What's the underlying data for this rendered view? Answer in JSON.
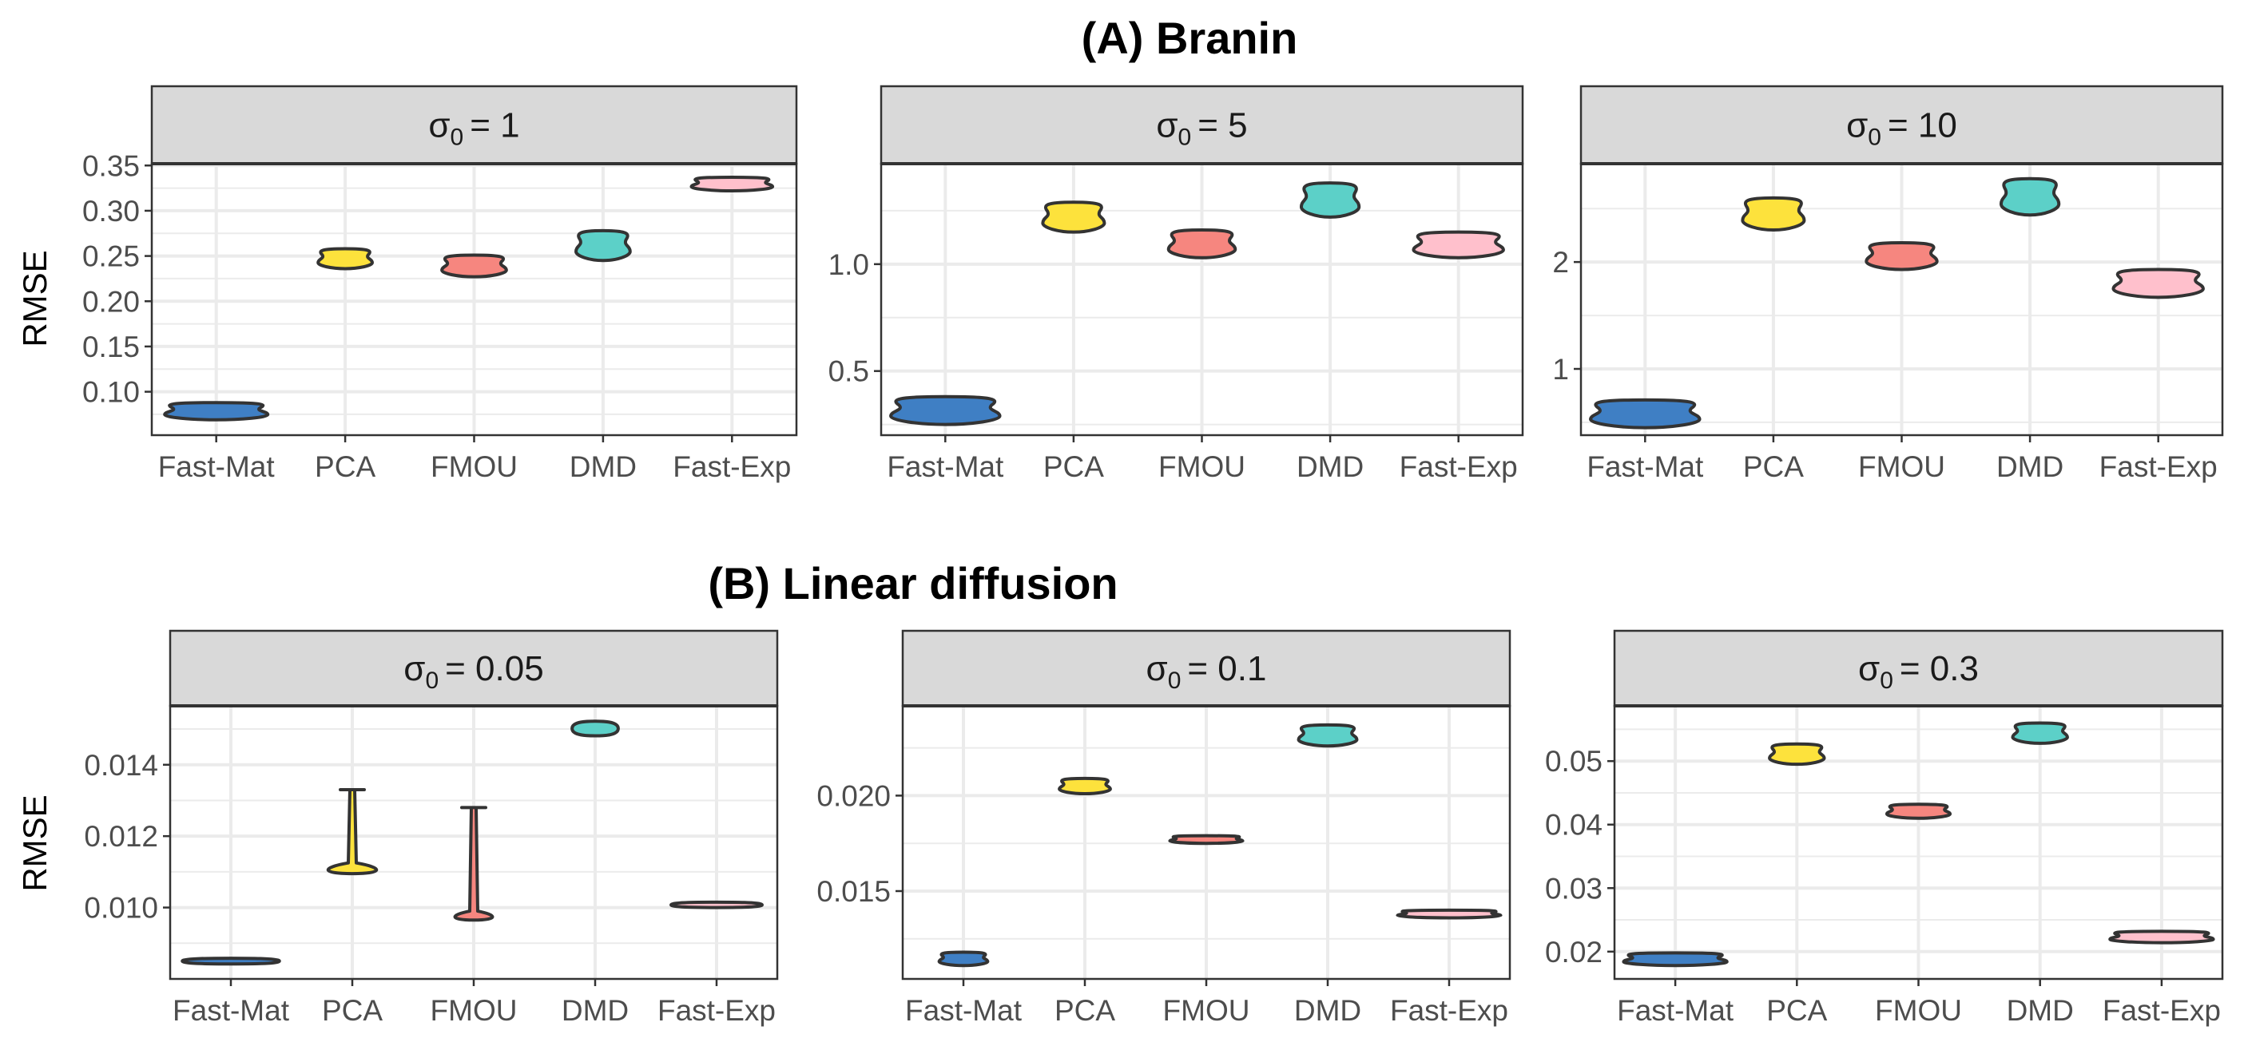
{
  "figure": {
    "rows": [
      {
        "title": "(A) Branin",
        "ylabel": "RMSE"
      },
      {
        "title": "(B) Linear diffusion",
        "ylabel": "RMSE"
      }
    ]
  },
  "colors": {
    "Fast-Mat": "#3f7fc4",
    "PCA": "#fde23c",
    "FMOU": "#f6867f",
    "DMD": "#5cd0c8",
    "Fast-Exp": "#ffc0cc",
    "strip_bg": "#d9d9d9",
    "grid": "#ebebeb",
    "outline": "#333333"
  },
  "chart_data": [
    {
      "type": "violin",
      "group": "(A) Branin",
      "facet_label": "σ0 = 1",
      "facet_symbol": "σ",
      "facet_sub": "0",
      "facet_value": "= 1",
      "categories": [
        "Fast-Mat",
        "PCA",
        "FMOU",
        "DMD",
        "Fast-Exp"
      ],
      "ylabel": "RMSE",
      "ylim": [
        0.052,
        0.352
      ],
      "yticks": [
        0.1,
        0.15,
        0.2,
        0.25,
        0.3,
        0.35
      ],
      "ytick_labels": [
        "0.10",
        "0.15",
        "0.20",
        "0.25",
        "0.30",
        "0.35"
      ],
      "grid": true,
      "violins": [
        {
          "category": "Fast-Mat",
          "min": 0.069,
          "max": 0.088,
          "width": 0.8
        },
        {
          "category": "PCA",
          "min": 0.236,
          "max": 0.258,
          "width": 0.42
        },
        {
          "category": "FMOU",
          "min": 0.227,
          "max": 0.251,
          "width": 0.5
        },
        {
          "category": "DMD",
          "min": 0.245,
          "max": 0.278,
          "width": 0.42
        },
        {
          "category": "Fast-Exp",
          "min": 0.322,
          "max": 0.337,
          "width": 0.63
        }
      ]
    },
    {
      "type": "violin",
      "group": "(A) Branin",
      "facet_label": "σ0 = 5",
      "facet_symbol": "σ",
      "facet_sub": "0",
      "facet_value": "= 5",
      "categories": [
        "Fast-Mat",
        "PCA",
        "FMOU",
        "DMD",
        "Fast-Exp"
      ],
      "ylabel": "",
      "ylim": [
        0.2,
        1.47
      ],
      "yticks": [
        0.5,
        1.0
      ],
      "ytick_labels": [
        "0.5",
        "1.0"
      ],
      "grid": true,
      "violins": [
        {
          "category": "Fast-Mat",
          "min": 0.25,
          "max": 0.38,
          "width": 0.85
        },
        {
          "category": "PCA",
          "min": 1.15,
          "max": 1.29,
          "width": 0.48
        },
        {
          "category": "FMOU",
          "min": 1.03,
          "max": 1.16,
          "width": 0.52
        },
        {
          "category": "DMD",
          "min": 1.22,
          "max": 1.38,
          "width": 0.45
        },
        {
          "category": "Fast-Exp",
          "min": 1.03,
          "max": 1.15,
          "width": 0.7
        }
      ]
    },
    {
      "type": "violin",
      "group": "(A) Branin",
      "facet_label": "σ0 = 10",
      "facet_symbol": "σ",
      "facet_sub": "0",
      "facet_value": "= 10",
      "categories": [
        "Fast-Mat",
        "PCA",
        "FMOU",
        "DMD",
        "Fast-Exp"
      ],
      "ylabel": "",
      "ylim": [
        0.38,
        2.92
      ],
      "yticks": [
        1,
        2
      ],
      "ytick_labels": [
        "1",
        "2"
      ],
      "grid": true,
      "violins": [
        {
          "category": "Fast-Mat",
          "min": 0.45,
          "max": 0.71,
          "width": 0.85
        },
        {
          "category": "PCA",
          "min": 2.3,
          "max": 2.6,
          "width": 0.48
        },
        {
          "category": "FMOU",
          "min": 1.93,
          "max": 2.18,
          "width": 0.55
        },
        {
          "category": "DMD",
          "min": 2.44,
          "max": 2.78,
          "width": 0.45
        },
        {
          "category": "Fast-Exp",
          "min": 1.67,
          "max": 1.93,
          "width": 0.7
        }
      ]
    },
    {
      "type": "violin",
      "group": "(B) Linear diffusion",
      "facet_label": "σ0 = 0.05",
      "facet_symbol": "σ",
      "facet_sub": "0",
      "facet_value": "= 0.05",
      "categories": [
        "Fast-Mat",
        "PCA",
        "FMOU",
        "DMD",
        "Fast-Exp"
      ],
      "ylabel": "RMSE",
      "ylim": [
        0.008,
        0.01565
      ],
      "yticks": [
        0.01,
        0.012,
        0.014
      ],
      "ytick_labels": [
        "0.010",
        "0.012",
        "0.014"
      ],
      "grid": true,
      "violins": [
        {
          "category": "Fast-Mat",
          "min": 0.00842,
          "max": 0.00858,
          "width": 0.8,
          "shape": "flat"
        },
        {
          "category": "PCA",
          "min": 0.01095,
          "max": 0.0133,
          "width": 0.52,
          "shape": "spike",
          "body_top": 0.01125
        },
        {
          "category": "FMOU",
          "min": 0.00965,
          "max": 0.0128,
          "width": 0.4,
          "shape": "spike",
          "body_top": 0.0099
        },
        {
          "category": "DMD",
          "min": 0.01481,
          "max": 0.01522,
          "width": 0.38,
          "shape": "flat"
        },
        {
          "category": "Fast-Exp",
          "min": 0.01,
          "max": 0.01015,
          "width": 0.75,
          "shape": "flat"
        }
      ]
    },
    {
      "type": "violin",
      "group": "(B) Linear diffusion",
      "facet_label": "σ0 = 0.1",
      "facet_symbol": "σ",
      "facet_sub": "0",
      "facet_value": "= 0.1",
      "categories": [
        "Fast-Mat",
        "PCA",
        "FMOU",
        "DMD",
        "Fast-Exp"
      ],
      "ylabel": "",
      "ylim": [
        0.0104,
        0.0247
      ],
      "yticks": [
        0.015,
        0.02
      ],
      "ytick_labels": [
        "0.015",
        "0.020"
      ],
      "grid": true,
      "violins": [
        {
          "category": "Fast-Mat",
          "min": 0.0111,
          "max": 0.0118,
          "width": 0.4
        },
        {
          "category": "PCA",
          "min": 0.0201,
          "max": 0.0209,
          "width": 0.42
        },
        {
          "category": "FMOU",
          "min": 0.0175,
          "max": 0.0179,
          "width": 0.6
        },
        {
          "category": "DMD",
          "min": 0.0226,
          "max": 0.0237,
          "width": 0.48
        },
        {
          "category": "Fast-Exp",
          "min": 0.0136,
          "max": 0.014,
          "width": 0.85
        }
      ]
    },
    {
      "type": "violin",
      "group": "(B) Linear diffusion",
      "facet_label": "σ0 = 0.3",
      "facet_symbol": "σ",
      "facet_sub": "0",
      "facet_value": "= 0.3",
      "categories": [
        "Fast-Mat",
        "PCA",
        "FMOU",
        "DMD",
        "Fast-Exp"
      ],
      "ylabel": "",
      "ylim": [
        0.0157,
        0.0587
      ],
      "yticks": [
        0.02,
        0.03,
        0.04,
        0.05
      ],
      "ytick_labels": [
        "0.02",
        "0.03",
        "0.04",
        "0.05"
      ],
      "grid": true,
      "violins": [
        {
          "category": "Fast-Mat",
          "min": 0.0178,
          "max": 0.0198,
          "width": 0.85
        },
        {
          "category": "PCA",
          "min": 0.0495,
          "max": 0.0527,
          "width": 0.45
        },
        {
          "category": "FMOU",
          "min": 0.041,
          "max": 0.0432,
          "width": 0.52
        },
        {
          "category": "DMD",
          "min": 0.0528,
          "max": 0.056,
          "width": 0.45
        },
        {
          "category": "Fast-Exp",
          "min": 0.0214,
          "max": 0.0232,
          "width": 0.85
        }
      ]
    }
  ]
}
